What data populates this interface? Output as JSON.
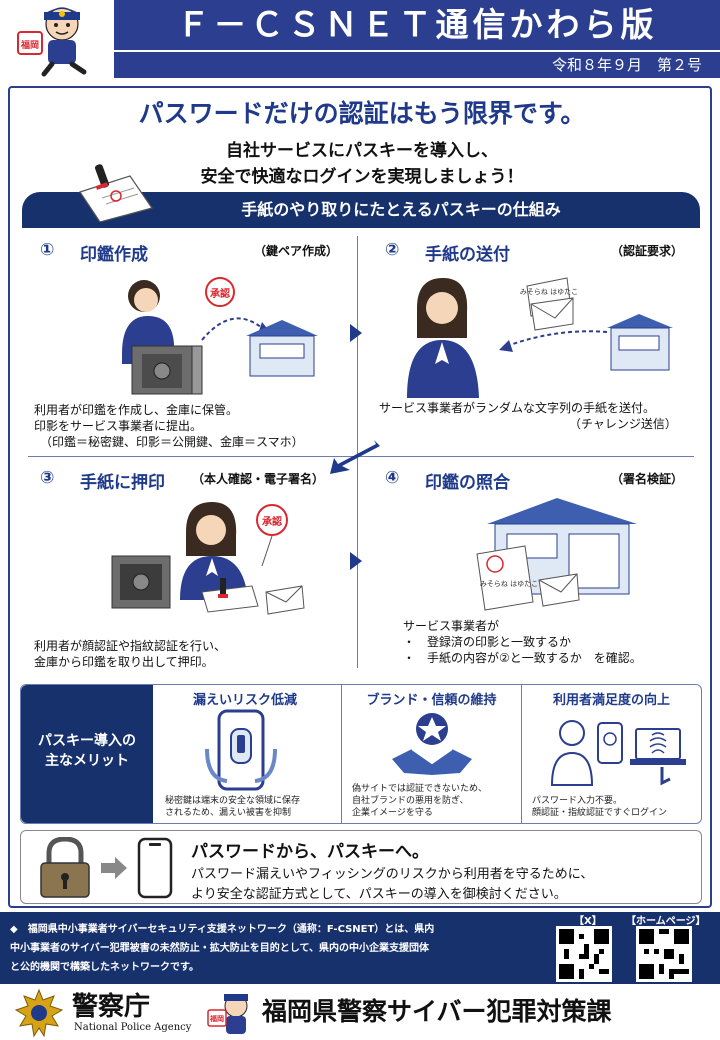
{
  "header": {
    "title": "Ｆ－ＣＳＮＥＴ通信かわら版",
    "issue": "令和８年９月　第２号",
    "mascot_badge": "福岡"
  },
  "main": {
    "headline": "パスワードだけの認証はもう限界です。",
    "sub1": "自社サービスにパスキーを導入し、",
    "sub2": "安全で快適なログインを実現しましょう！",
    "mechanism_title": "手紙のやり取りにたとえるパスキーの仕組み"
  },
  "steps": [
    {
      "num": "①",
      "name": "印鑑作成",
      "tag": "（鍵ペア作成）",
      "desc": [
        "利用者が印鑑を作成し、金庫に保管。",
        "印影をサービス事業者に提出。",
        "（印鑑＝秘密鍵、印影＝公開鍵、金庫＝スマホ）"
      ]
    },
    {
      "num": "②",
      "name": "手紙の送付",
      "tag": "（認証要求）",
      "desc": [
        "サービス事業者がランダムな文字列の手紙を送付。",
        "（チャレンジ送信）"
      ]
    },
    {
      "num": "③",
      "name": "手紙に押印",
      "tag": "（本人確認・電子署名）",
      "desc": [
        "利用者が顔認証や指紋認証を行い、",
        "金庫から印鑑を取り出して押印。"
      ]
    },
    {
      "num": "④",
      "name": "印鑑の照合",
      "tag": "（署名検証）",
      "desc": [
        "サービス事業者が",
        "・　登録済の印影と一致するか",
        "・　手紙の内容が②と一致するか　を確認。"
      ]
    }
  ],
  "illustration": {
    "seal_text": "承認",
    "letter_text": "みそらね はゆたこ"
  },
  "merits": {
    "label": [
      "パスキー導入の",
      "主なメリット"
    ],
    "items": [
      {
        "title": "漏えいリスク低減",
        "desc": [
          "秘密鍵は端末の安全な領域に保存",
          "されるため、漏えい被害を抑制"
        ]
      },
      {
        "title": "ブランド・信頼の維持",
        "desc": [
          "偽サイトでは認証できないため、",
          "自社ブランドの悪用を防ぎ、",
          "企業イメージを守る"
        ]
      },
      {
        "title": "利用者満足度の向上",
        "desc": [
          "パスワード入力不要。",
          "顔認証・指紋認証ですぐログイン"
        ]
      }
    ]
  },
  "closing": {
    "title": "パスワードから、パスキーへ。",
    "line1": "パスワード漏えいやフィッシングのリスクから利用者を守るために、",
    "line2": "より安全な認証方式として、パスキーの導入を御検討ください。"
  },
  "footer": {
    "text_line1": "◆　福岡県中小事業者サイバーセキュリティ支援ネットワーク（通称：F-CSNET）とは、県内",
    "text_line2": "中小事業者のサイバー犯罪被害の未然防止・拡大防止を目的として、県内の中小企業支援団体",
    "text_line3": "と公的機関で構築したネットワークです。",
    "qr_x_label": "【X】",
    "qr_home_label": "【ホームページ】"
  },
  "bottom": {
    "npa_jp": "警察庁",
    "npa_en": "National Police Agency",
    "dept": "福岡県警察サイバー犯罪対策課",
    "mascot_badge": "福岡"
  },
  "colors": {
    "navy": "#2b3e8f",
    "dark_navy": "#17316d",
    "red": "#d9282f"
  }
}
